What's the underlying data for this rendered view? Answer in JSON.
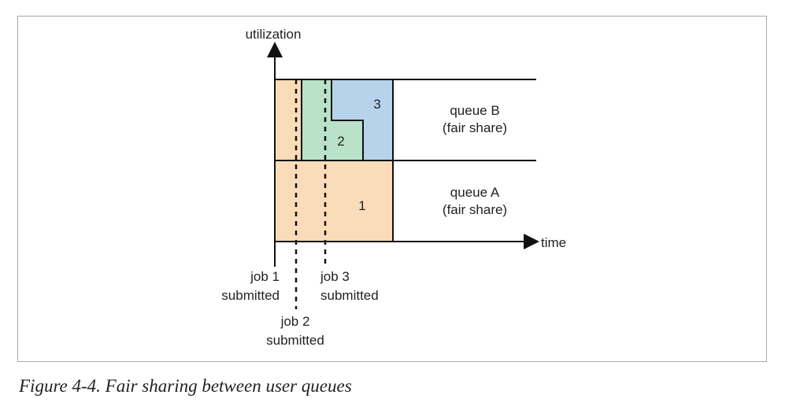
{
  "diagram": {
    "y_axis_label": "utilization",
    "x_axis_label": "time",
    "queue_b_name": "queue B",
    "queue_b_note": "(fair share)",
    "queue_a_name": "queue A",
    "queue_a_note": "(fair share)",
    "job1_label": "1",
    "job2_label": "2",
    "job3_label": "3",
    "job1_event_line1": "job 1",
    "job1_event_line2": "submitted",
    "job2_event_line1": "job 2",
    "job2_event_line2": "submitted",
    "job3_event_line1": "job 3",
    "job3_event_line2": "submitted",
    "colors": {
      "job1": "#fbdcb8",
      "job2": "#b9e2c9",
      "job3": "#b6d3ec",
      "lines": "#111111"
    }
  },
  "caption": "Figure 4-4. Fair sharing between user queues"
}
